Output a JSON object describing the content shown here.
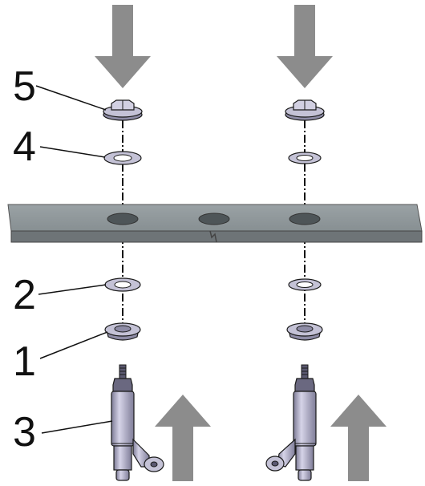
{
  "callouts": {
    "nut": "5",
    "upper_washer": "4",
    "lower_washer": "2",
    "flanged_bushing": "1",
    "valve": "3"
  },
  "colors": {
    "arrow": "#8c8c8c",
    "plate_top": "#8f979a",
    "plate_edge": "#6e7477",
    "hardware": "#c4c2d6",
    "hardware_shade": "#8e8ca6",
    "outline": "#1a1a1a"
  },
  "icons": {
    "press_arrow": "arrow-down",
    "lift_arrow": "arrow-up"
  }
}
